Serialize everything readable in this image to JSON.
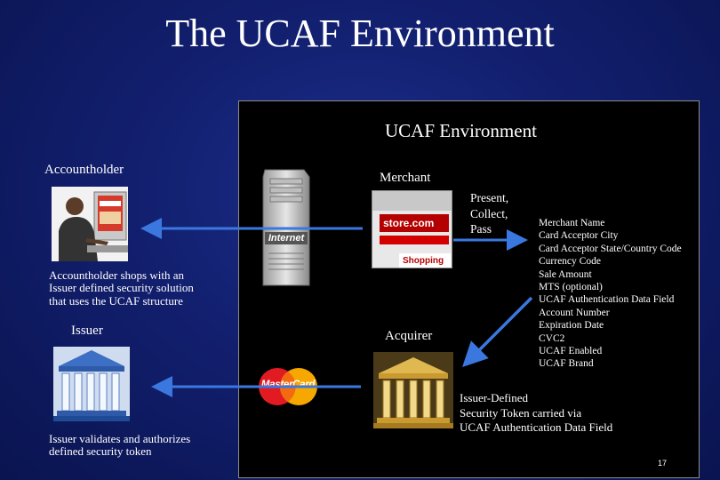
{
  "slide": {
    "title": "The UCAF Environment",
    "panel_title": "UCAF Environment",
    "page_number": "17"
  },
  "labels": {
    "accountholder": "Accountholder",
    "merchant": "Merchant",
    "issuer": "Issuer",
    "acquirer": "Acquirer",
    "present_collect_pass": [
      "Present,",
      "Collect,",
      "Pass"
    ],
    "accountholder_desc": [
      "Accountholder shops with an",
      "Issuer defined security solution",
      "that uses the UCAF structure"
    ],
    "issuer_desc": [
      "Issuer validates and authorizes",
      "defined security token"
    ],
    "token_desc": [
      "Issuer-Defined",
      "Security Token carried via",
      "UCAF Authentication Data Field"
    ]
  },
  "data_fields": [
    "Merchant Name",
    "Card Acceptor City",
    "Card Acceptor State/Country Code",
    "Currency Code",
    "Sale Amount",
    "MTS (optional)",
    "UCAF Authentication Data Field",
    "Account Number",
    "Expiration Date",
    "CVC2",
    "UCAF Enabled",
    "UCAF Brand"
  ],
  "images": {
    "server_text": "Internet",
    "store_logo": "store.com",
    "store_banner": "Shopping E",
    "mastercard_text": "MasterCard"
  },
  "colors": {
    "arrow": "#3a78e0",
    "background": "#121f6e",
    "mastercard_red": "#e21b22",
    "mastercard_yellow": "#f6a800"
  }
}
